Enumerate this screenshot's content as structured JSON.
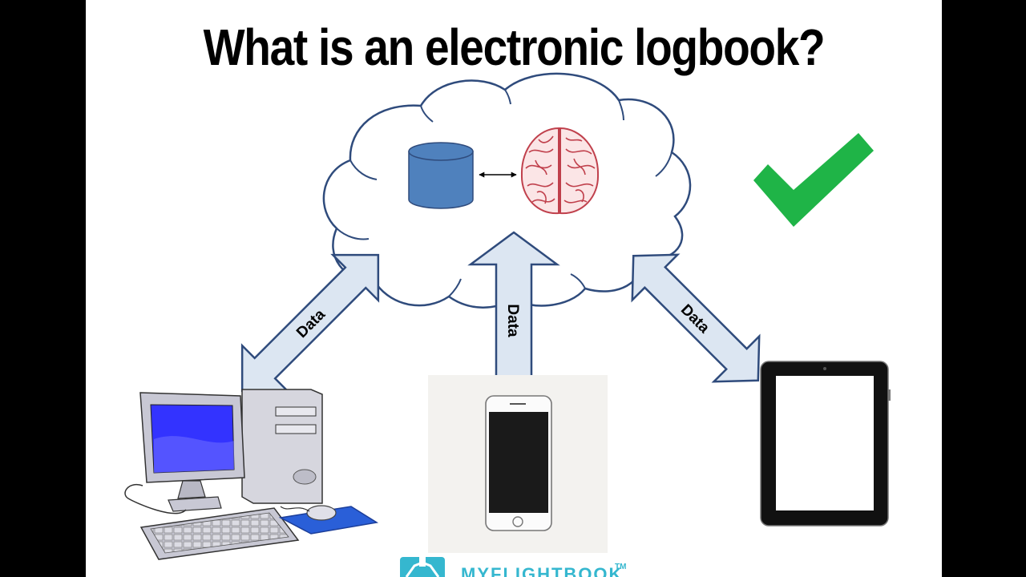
{
  "title": "What is an electronic logbook?",
  "arrows": {
    "left_label": "Data",
    "middle_label": "Data",
    "right_label": "Data"
  },
  "logo": {
    "text": "MYFLIGHTBOOK",
    "tm": "TM"
  },
  "colors": {
    "arrow_fill": "#dce6f2",
    "arrow_stroke": "#2f4b7c",
    "cloud_stroke": "#2f4b7c",
    "database_fill": "#4f81bd",
    "brain": "#c0404c",
    "check": "#1fb447",
    "monitor_screen": "#3333ff",
    "logo": "#35b7cf"
  },
  "icons": [
    "cloud-icon",
    "database-icon",
    "brain-icon",
    "checkmark-icon",
    "desktop-computer-icon",
    "smartphone-icon",
    "tablet-icon"
  ]
}
